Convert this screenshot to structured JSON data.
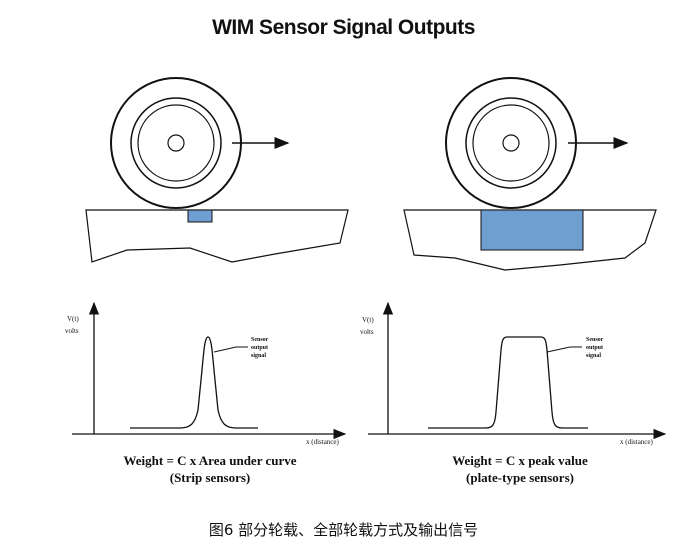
{
  "title": "WIM Sensor Signal Outputs",
  "caption": "图6 部分轮载、全部轮载方式及输出信号",
  "colors": {
    "sensor_fill": "#6f9fd0",
    "line": "#111111",
    "background": "#ffffff"
  },
  "left_panel": {
    "y_label_line1": "V(t)",
    "y_label_line2": "volts",
    "x_label": "x (distance)",
    "signal_label_line1": "Sensor",
    "signal_label_line2": "output",
    "signal_label_line3": "signal",
    "formula": "Weight = C x Area under curve",
    "sensor_type": "(Strip sensors)"
  },
  "right_panel": {
    "y_label_line1": "V(t)",
    "y_label_line2": "volts",
    "x_label": "x (distance)",
    "signal_label_line1": "Sensor",
    "signal_label_line2": "output",
    "signal_label_line3": "signal",
    "formula": "Weight = C x peak value",
    "sensor_type": "(plate-type sensors)"
  }
}
